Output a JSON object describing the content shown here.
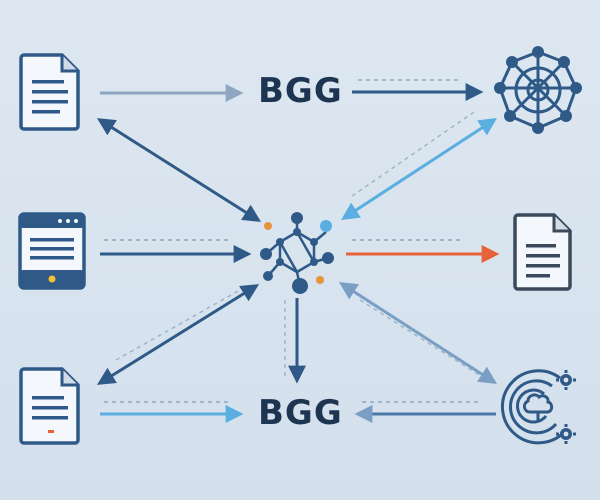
{
  "diagram": {
    "labels": {
      "top": "BGG",
      "bottom": "BGG"
    },
    "colors": {
      "background": "#d9e4ef",
      "dark_blue": "#2f5a88",
      "mid_blue": "#4d78a8",
      "light_blue": "#5aaee0",
      "orange": "#e8623a",
      "text": "#1e3552"
    },
    "nodes": [
      {
        "id": "doc-top-left",
        "icon": "document-icon"
      },
      {
        "id": "screen-left",
        "icon": "browser-window-icon"
      },
      {
        "id": "doc-bottom-left",
        "icon": "document-icon"
      },
      {
        "id": "label-top",
        "icon": "text-label"
      },
      {
        "id": "label-bottom",
        "icon": "text-label"
      },
      {
        "id": "network-top-right",
        "icon": "network-wheel-icon"
      },
      {
        "id": "doc-right",
        "icon": "document-icon"
      },
      {
        "id": "gear-bottom-right",
        "icon": "cloud-gear-icon"
      },
      {
        "id": "hub-center",
        "icon": "network-hub-icon"
      }
    ]
  }
}
